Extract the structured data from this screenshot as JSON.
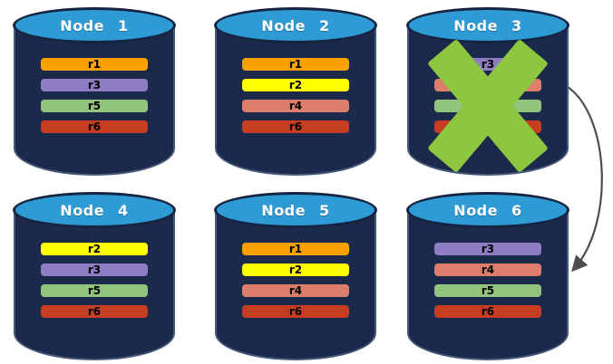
{
  "colors": {
    "background": "#FFFFFF",
    "cylinder_body": "#1B2A4A",
    "cylinder_top": "#2E9BD5",
    "cylinder_outline": "#152441",
    "node_title_text": "#FFFFFF",
    "replica_text": "#000000",
    "failure_x": "#8DC63F",
    "arrow": "#4D4D4D"
  },
  "nodes": [
    {
      "label": "Node 1",
      "failed": false,
      "replicas": [
        {
          "label": "r1",
          "color": "#F9A100"
        },
        {
          "label": "r3",
          "color": "#8E7CC3"
        },
        {
          "label": "r5",
          "color": "#93C47D"
        },
        {
          "label": "r6",
          "color": "#C63D21"
        }
      ]
    },
    {
      "label": "Node 2",
      "failed": false,
      "replicas": [
        {
          "label": "r1",
          "color": "#F9A100"
        },
        {
          "label": "r2",
          "color": "#FFFF00"
        },
        {
          "label": "r4",
          "color": "#DD7E6B"
        },
        {
          "label": "r6",
          "color": "#C63D21"
        }
      ]
    },
    {
      "label": "Node 3",
      "failed": true,
      "replicas": [
        {
          "label": "r3",
          "color": "#8E7CC3"
        },
        {
          "label": "r4",
          "color": "#DD7E6B"
        },
        {
          "label": "r5",
          "color": "#93C47D"
        },
        {
          "label": "r6",
          "color": "#C63D21"
        }
      ]
    },
    {
      "label": "Node 4",
      "failed": false,
      "replicas": [
        {
          "label": "r2",
          "color": "#FFFF00"
        },
        {
          "label": "r3",
          "color": "#8E7CC3"
        },
        {
          "label": "r5",
          "color": "#93C47D"
        },
        {
          "label": "r6",
          "color": "#C63D21"
        }
      ]
    },
    {
      "label": "Node 5",
      "failed": false,
      "replicas": [
        {
          "label": "r1",
          "color": "#F9A100"
        },
        {
          "label": "r2",
          "color": "#FFFF00"
        },
        {
          "label": "r4",
          "color": "#DD7E6B"
        },
        {
          "label": "r6",
          "color": "#C63D21"
        }
      ]
    },
    {
      "label": "Node 6",
      "failed": false,
      "replicas": [
        {
          "label": "r3",
          "color": "#8E7CC3"
        },
        {
          "label": "r4",
          "color": "#DD7E6B"
        },
        {
          "label": "r5",
          "color": "#93C47D"
        },
        {
          "label": "r6",
          "color": "#C63D21"
        }
      ]
    }
  ],
  "annotations": {
    "failed_node": "Node 3",
    "arrow": {
      "from": "Node 3",
      "to": "Node 6"
    }
  }
}
